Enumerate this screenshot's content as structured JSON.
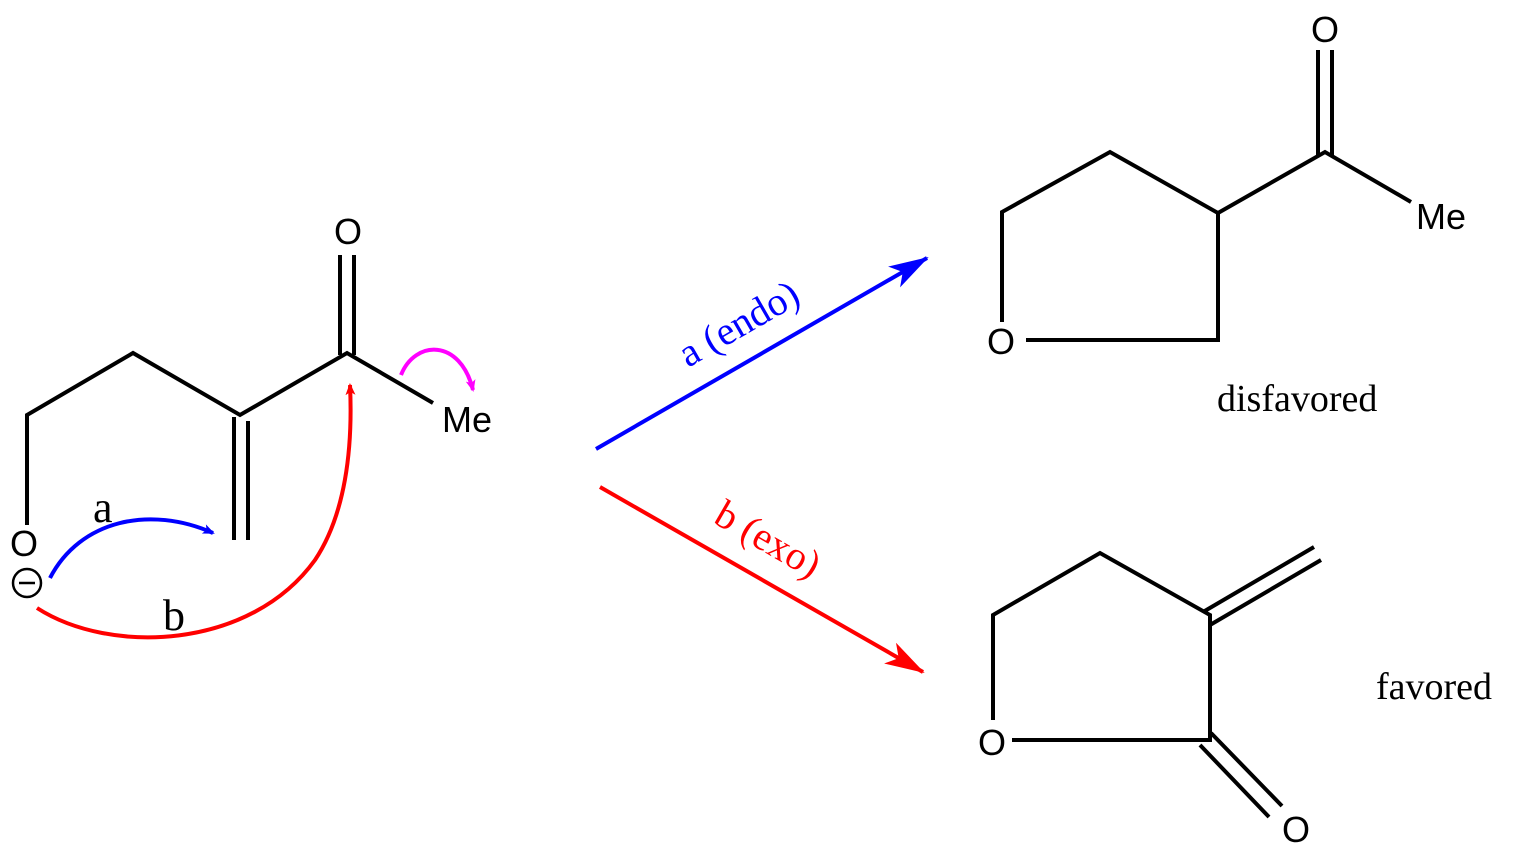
{
  "colors": {
    "pathway_a": "#0000ff",
    "pathway_b": "#ff0000",
    "methyl_arrow": "#ff00ff",
    "bonds": "#000000"
  },
  "reactant": {
    "atoms": {
      "alkoxide_O": "O",
      "charge": "−",
      "carbonyl_O": "O",
      "methyl": "Me"
    },
    "arrow_labels": {
      "a": "a",
      "b": "b"
    }
  },
  "reaction_arrows": [
    {
      "id": "a",
      "label": "a (endo)",
      "color": "#0000ff"
    },
    {
      "id": "b",
      "label": "b (exo)",
      "color": "#ff0000"
    }
  ],
  "products": [
    {
      "pathway": "a",
      "ring_O": "O",
      "carbonyl_O": "O",
      "methyl": "Me",
      "caption": "disfavored"
    },
    {
      "pathway": "b",
      "ring_O": "O",
      "carbonyl_O": "O",
      "caption": "favored"
    }
  ]
}
